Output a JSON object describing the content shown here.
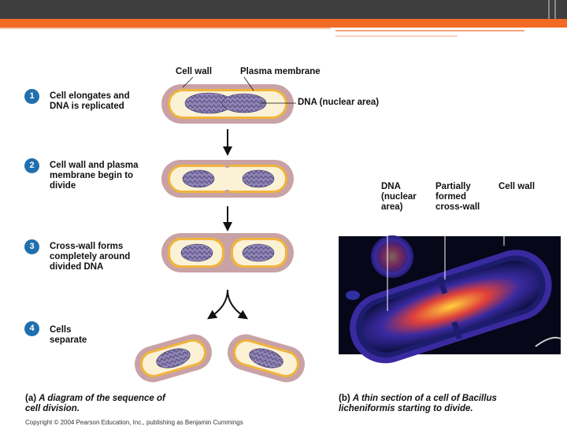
{
  "header": {
    "bar_color": "#3e3e3e",
    "accent_color": "#f26b24"
  },
  "panel_a": {
    "labels": {
      "cell_wall": "Cell wall",
      "plasma_membrane": "Plasma membrane",
      "dna": "DNA (nuclear area)"
    },
    "steps": [
      {
        "number": "1",
        "text": "Cell elongates and DNA is replicated"
      },
      {
        "number": "2",
        "text": "Cell wall and plasma membrane begin to divide"
      },
      {
        "number": "3",
        "text": "Cross-wall forms completely around divided DNA"
      },
      {
        "number": "4",
        "text": "Cells separate"
      }
    ],
    "caption_label": "(a)",
    "caption_text": "A diagram of the sequence of cell division."
  },
  "panel_b": {
    "labels": {
      "dna": "DNA (nuclear area)",
      "cross_wall": "Partially formed cross-wall",
      "cell_wall": "Cell wall"
    },
    "caption_label": "(b)",
    "caption_text_1": "A thin section of a cell of ",
    "caption_species": "Bacillus licheniformis",
    "caption_text_2": " starting to divide."
  },
  "footer": {
    "copyright": "Copyright © 2004 Pearson Education, Inc., publishing as Benjamin Cummings"
  },
  "colors": {
    "cell_wall": "#c9a2a5",
    "membrane": "#f0b43c",
    "cytoplasm": "#fbf2d6",
    "dna": "#8e84b4",
    "badge": "#1f6fae"
  }
}
